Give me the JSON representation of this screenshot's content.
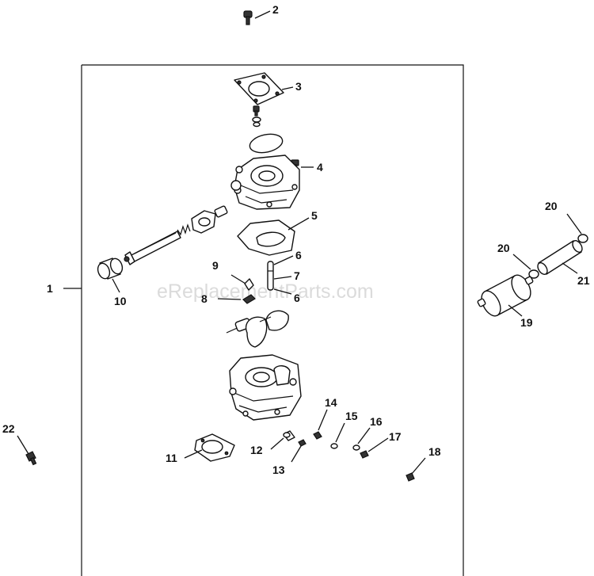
{
  "watermark": "eReplacementParts.com",
  "callouts": {
    "c1": "1",
    "c2": "2",
    "c3": "3",
    "c4": "4",
    "c5": "5",
    "c6a": "6",
    "c6b": "6",
    "c7": "7",
    "c8": "8",
    "c9": "9",
    "c10": "10",
    "c11": "11",
    "c12": "12",
    "c13": "13",
    "c14": "14",
    "c15": "15",
    "c16": "16",
    "c17": "17",
    "c18": "18",
    "c19": "19",
    "c20a": "20",
    "c20b": "20",
    "c21": "21",
    "c22": "22"
  }
}
